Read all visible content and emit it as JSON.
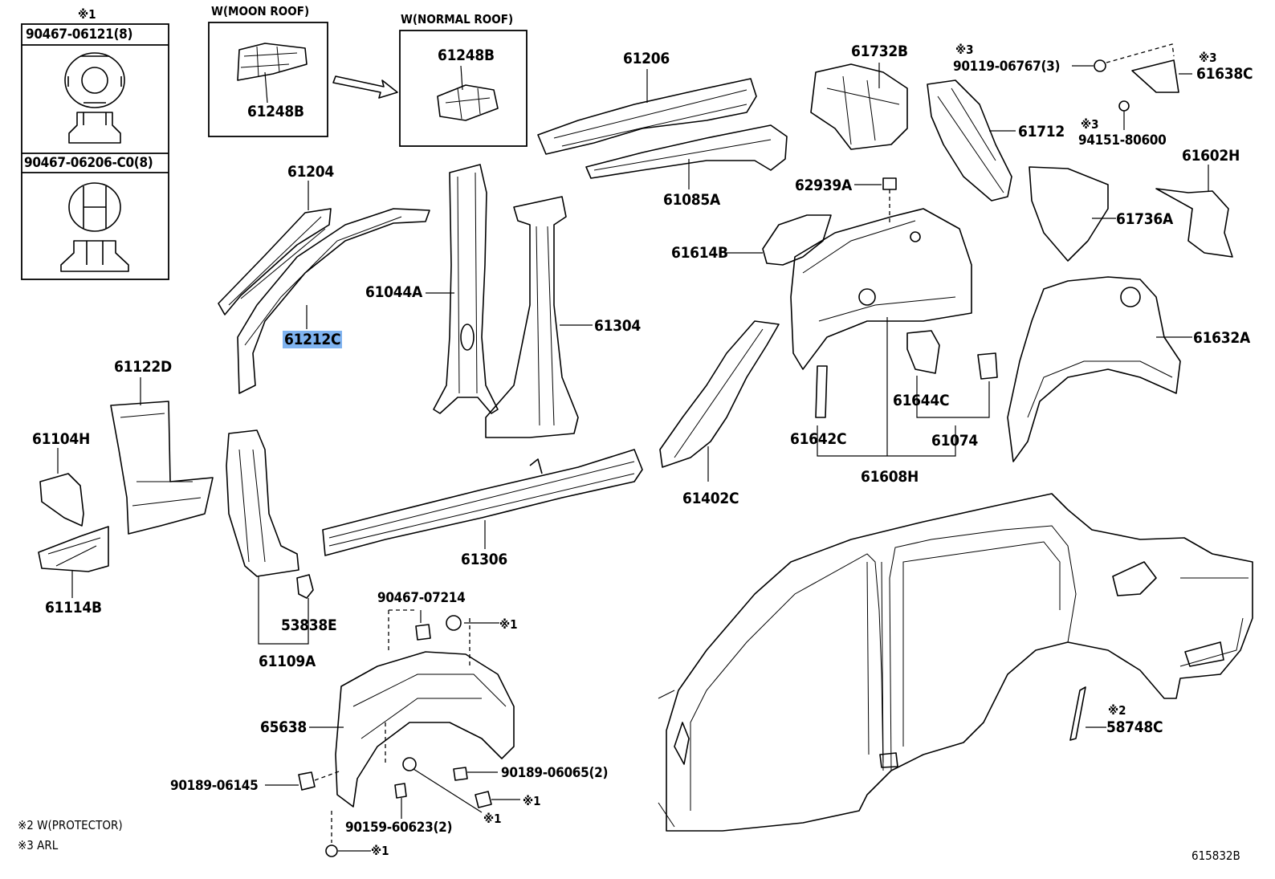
{
  "diagram": {
    "id_code": "615832B",
    "legend": {
      "note2": "※2 W(PROTECTOR)",
      "note3": "※3 ARL"
    },
    "clip_box": {
      "note": "※1",
      "top_part": "90467-06121(8)",
      "bottom_part": "90467-06206-C0(8)"
    },
    "moon_roof": {
      "title": "W(MOON ROOF)",
      "part": "61248B"
    },
    "normal_roof": {
      "title": "W(NORMAL ROOF)",
      "part": "61248B"
    },
    "highlighted": "61212C",
    "labels": {
      "p61204": "61204",
      "p61212C": "61212C",
      "p61206": "61206",
      "p61085A": "61085A",
      "p61044A": "61044A",
      "p61304": "61304",
      "p61732B": "61732B",
      "n90119_mark": "※3",
      "p90119": "90119-06767(3)",
      "n61638_mark": "※3",
      "p61638C": "61638C",
      "n94151_mark": "※3",
      "p94151": "94151-80600",
      "p61712": "61712",
      "p62939A": "62939A",
      "p61614B": "61614B",
      "p61602H": "61602H",
      "p61736A": "61736A",
      "p61632A": "61632A",
      "p61644C": "61644C",
      "p61642C": "61642C",
      "p61074": "61074",
      "p61608H": "61608H",
      "p61402C": "61402C",
      "p61122D": "61122D",
      "p61104H": "61104H",
      "p61114B": "61114B",
      "p61306": "61306",
      "p61109A": "61109A",
      "p53838E": "53838E",
      "p90467_07214": "90467-07214",
      "n_clip1": "※1",
      "p65638": "65638",
      "p90189_06145": "90189-06145",
      "p90189_06065": "90189-06065(2)",
      "n_clip2": "※1",
      "n_clip3": "※1",
      "p90159": "90159-60623(2)",
      "n_clip4": "※1",
      "n58748_mark": "※2",
      "p58748C": "58748C"
    }
  }
}
